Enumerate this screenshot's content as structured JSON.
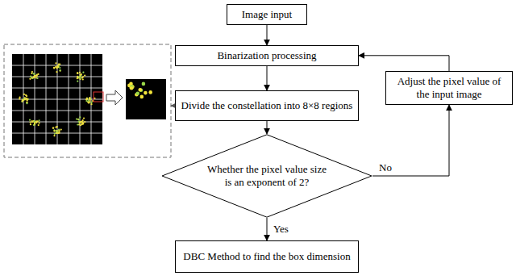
{
  "diagram": {
    "nodes": [
      {
        "text": [
          "Image input"
        ]
      },
      {
        "text": [
          "Binarization processing"
        ]
      },
      {
        "text": [
          "Adjust the pixel value of the input image"
        ]
      },
      {
        "text": [
          "Divide the constellation into 8×8 regions"
        ]
      },
      {
        "text": [
          "Whether the pixel value size is an exponent of 2?"
        ]
      },
      {
        "text": [
          "DBC Method to find the box dimension"
        ]
      }
    ],
    "edges": [
      {
        "from": 0,
        "to": 1,
        "arrow": "to"
      },
      {
        "from": 1,
        "to": 3,
        "arrow": "to"
      },
      {
        "from": 3,
        "to": 4,
        "arrow": "to"
      },
      {
        "from": 4,
        "to": 5,
        "label": "Yes",
        "arrow": "to"
      },
      {
        "from": 4,
        "to": 2,
        "label": "No",
        "arrow": "to"
      },
      {
        "from": 2,
        "to": 1,
        "arrow": "to"
      }
    ]
  }
}
